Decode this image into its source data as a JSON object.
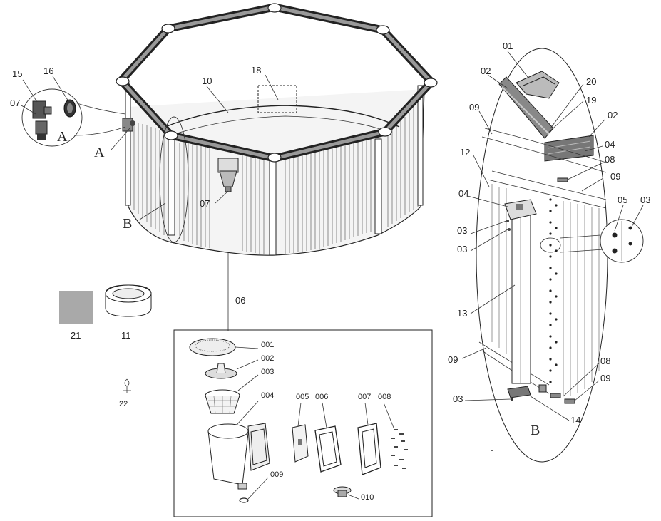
{
  "pool": {
    "label_10": "10",
    "label_18": "18",
    "label_07": "07",
    "label_06": "06",
    "callout_A": "A",
    "callout_B": "B"
  },
  "detail_a": {
    "label_15": "15",
    "label_16": "16",
    "label_07": "07",
    "letter": "A"
  },
  "loose_parts": {
    "label_21": "21",
    "label_11": "11",
    "label_22": "22"
  },
  "skimmer_box": {
    "label_001": "001",
    "label_002": "002",
    "label_003": "003",
    "label_004": "004",
    "label_005": "005",
    "label_006": "006",
    "label_007": "007",
    "label_008": "008",
    "label_009": "009",
    "label_010": "010"
  },
  "detail_b": {
    "label_01": "01",
    "label_02a": "02",
    "label_20": "20",
    "label_19": "19",
    "label_02b": "02",
    "label_09a": "09",
    "label_04a": "04",
    "label_12": "12",
    "label_08a": "08",
    "label_09b": "09",
    "label_04b": "04",
    "label_05": "05",
    "label_03a": "03",
    "label_03b": "03",
    "label_03c": "03",
    "label_13": "13",
    "label_09c": "09",
    "label_08b": "08",
    "label_09d": "09",
    "label_03d": "03",
    "label_14": "14",
    "letter": "B"
  }
}
